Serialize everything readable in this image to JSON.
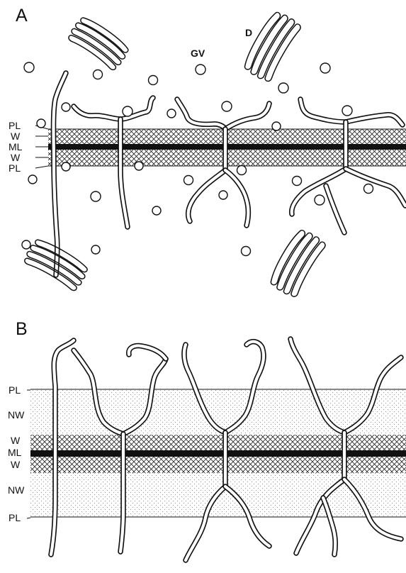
{
  "panels": [
    {
      "letter": "A",
      "layer_labels": [
        "PL",
        "W",
        "ML",
        "W",
        "PL"
      ],
      "annotations": [
        "GV",
        "D"
      ]
    },
    {
      "letter": "B",
      "layer_labels": [
        "PL",
        "NW",
        "W",
        "ML",
        "W",
        "NW",
        "PL"
      ]
    }
  ],
  "colors": {
    "ink": "#111111",
    "paper": "#ffffff",
    "stipple": "#8a8a8a",
    "crosshatch": "#222222"
  }
}
